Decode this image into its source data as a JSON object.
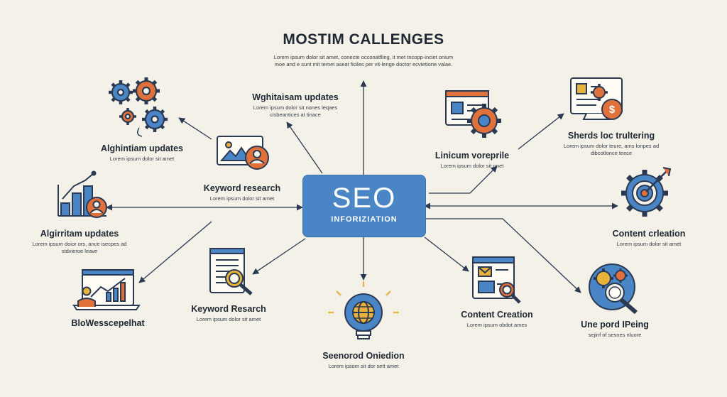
{
  "title": "MOSTIM CALLENGES",
  "description": "Lorem ipsum dolor sit amet, conecte occonatfling, it met tncopp-inciet onium moe and e sunt mit temet aseat ficiles per vit-lenge doctor ecvtetione valae.",
  "hub": {
    "title": "SEO",
    "subtitle": "INFORIZIATION"
  },
  "nodes": {
    "algorithm_top": {
      "title": "Alghintiam updates",
      "text": "Lorem ipsum dolor sit amet"
    },
    "wghitaisam": {
      "title": "Wghitaisam updates",
      "text": "Lorem ipsum dolor sit nones leqaes cisbeantices at tinace"
    },
    "linicum": {
      "title": "Linicum voreprile",
      "text": "Lorem ipsum dolor sit rmet"
    },
    "sherds": {
      "title": "Sherds loc trultering",
      "text": "Lorem ipsum dolor teure, ams lonpes ad dibcotlonce teece"
    },
    "keyword_left": {
      "title": "Keyword research",
      "text": "Lorem ipsum dolor sit amet"
    },
    "content_right": {
      "title": "Content crleation",
      "text": "Lorem ipsum dolor sit amet"
    },
    "algorithm_left": {
      "title": "Algirritam updates",
      "text": "Lorem ipsum doior ors, ance isecpes ad stdvieroe leave"
    },
    "blowess": {
      "title": "BloWesscepelhat",
      "text": ""
    },
    "keyword_bottom": {
      "title": "Keyword Resarch",
      "text": "Lorem ipsum dolor sit amet"
    },
    "seenorod": {
      "title": "Seenorod Oniedion",
      "text": "Lorem ipsom sit dor sett amet"
    },
    "content_bottom": {
      "title": "Content Creation",
      "text": "Lorem ipsum obdot ames"
    },
    "uneporod": {
      "title": "Une pord IPeing",
      "text": "sejinf of sesnes nluore"
    }
  },
  "colors": {
    "navy": "#2b3a52",
    "blue": "#4a86c5",
    "orange": "#e0713a",
    "gold": "#e8b33a",
    "cream": "#f3f1e8"
  },
  "icons": [
    "gears-icon",
    "photo-profile-card-icon",
    "profile-gear-window-icon",
    "monitor-gear-dollar-icon",
    "bar-chart-profile-icon",
    "target-gear-icon",
    "monitor-growth-chart-icon",
    "document-magnifier-icon",
    "globe-lightbulb-icon",
    "email-browser-magnifier-icon",
    "magnifier-gears-circle-icon"
  ]
}
